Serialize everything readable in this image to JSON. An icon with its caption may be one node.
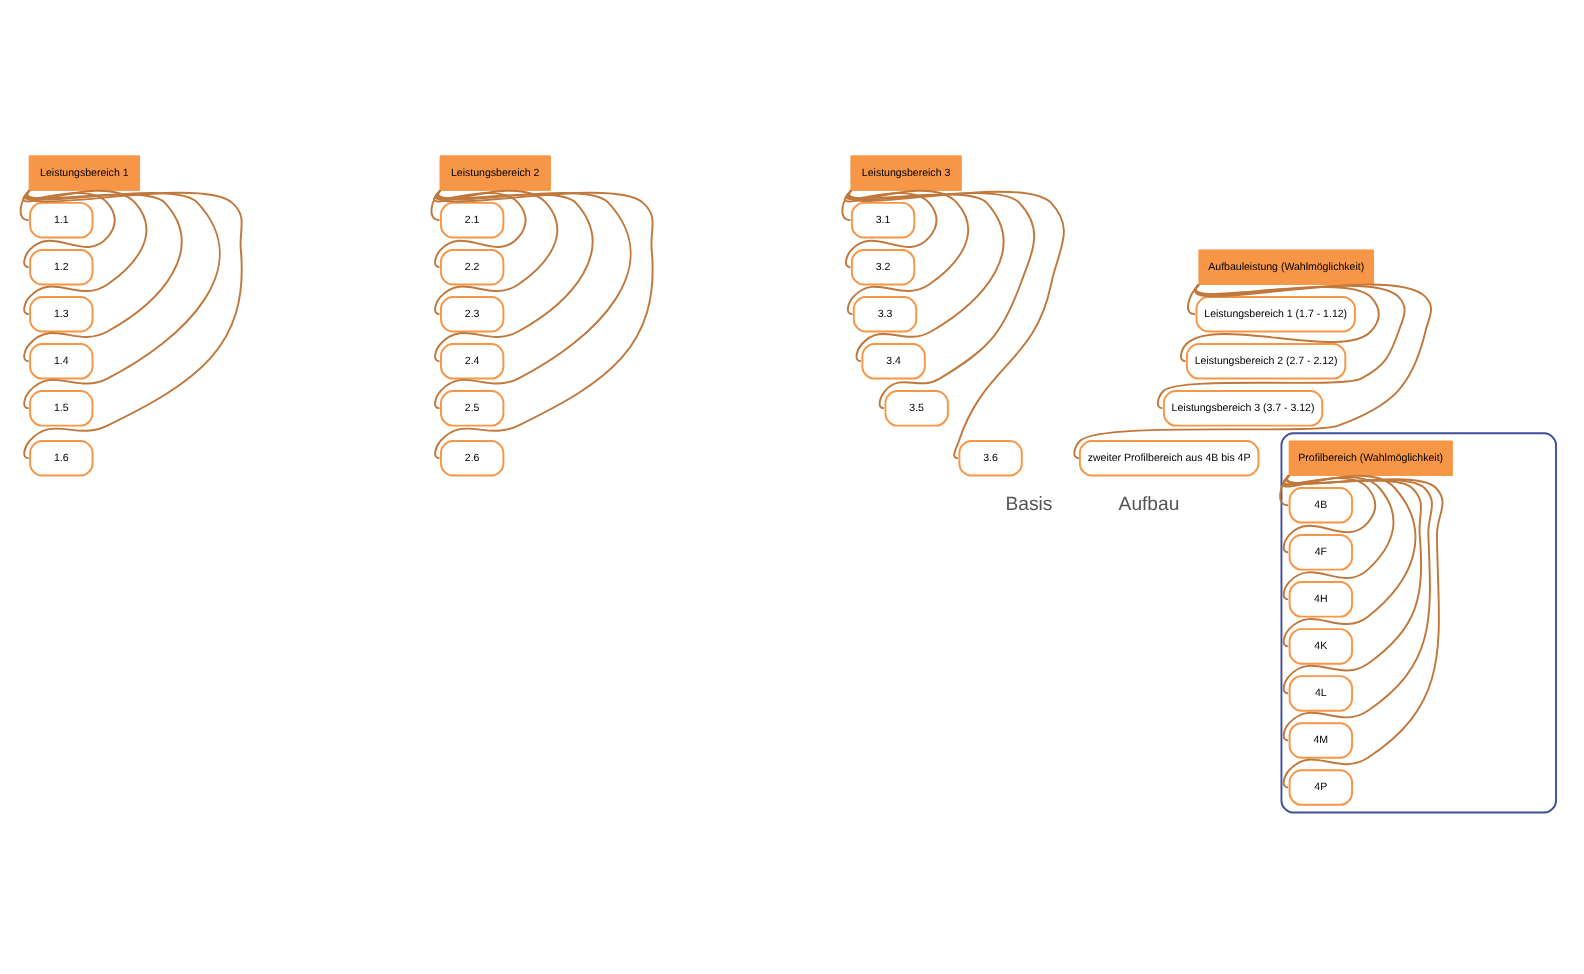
{
  "diagram": {
    "nodes": [
      {
        "text": [
          "Leistungsbereich 1"
        ]
      },
      {
        "text": [
          "1.1"
        ]
      },
      {
        "text": [
          "1.2"
        ]
      },
      {
        "text": [
          "1.3"
        ]
      },
      {
        "text": [
          "1.4"
        ]
      },
      {
        "text": [
          "1.5"
        ]
      },
      {
        "text": [
          "1.6"
        ]
      },
      {
        "text": [
          "Leistungsbereich 2"
        ]
      },
      {
        "text": [
          "2.1"
        ]
      },
      {
        "text": [
          "2.2"
        ]
      },
      {
        "text": [
          "2.3"
        ]
      },
      {
        "text": [
          "2.4"
        ]
      },
      {
        "text": [
          "2.5"
        ]
      },
      {
        "text": [
          "2.6"
        ]
      },
      {
        "text": [
          "Leistungsbereich 3"
        ]
      },
      {
        "text": [
          "3.1"
        ]
      },
      {
        "text": [
          "3.2"
        ]
      },
      {
        "text": [
          "3.3"
        ]
      },
      {
        "text": [
          "3.4"
        ]
      },
      {
        "text": [
          "3.5"
        ]
      },
      {
        "text": [
          "3.6"
        ]
      },
      {
        "text": [],
        "shape": "ellipse"
      },
      {
        "text": [
          "Profilbereich (Wahlmöglichkeit)"
        ],
        "in": 21
      },
      {
        "text": [
          "4B"
        ],
        "in": 21
      },
      {
        "text": [
          "4F"
        ],
        "in": 21
      },
      {
        "text": [
          "4H"
        ],
        "in": 21
      },
      {
        "text": [
          "4K"
        ],
        "in": 21
      },
      {
        "text": [
          "4L"
        ],
        "in": 21
      },
      {
        "text": [
          "4M"
        ],
        "in": 21
      },
      {
        "text": [
          "4P"
        ],
        "in": 21
      },
      {
        "text": [
          "Aufbauleistung (Wahlmöglichkeit)"
        ]
      },
      {
        "text": [
          "Leistungsbereich 1 (1.7 - 1.12)"
        ]
      },
      {
        "text": [
          "Leistungsbereich 2 (2.7 - 2.12)"
        ]
      },
      {
        "text": [
          "Leistungsbereich 3 (3.7 - 3.12)"
        ]
      },
      {
        "text": [
          "zweiter Profilbereich aus 4B bis 4P"
        ]
      }
    ],
    "edges": [
      {
        "from": 0,
        "to": 1,
        "arrow": "none"
      },
      {
        "from": 0,
        "to": 2,
        "arrow": "none"
      },
      {
        "from": 0,
        "to": 3,
        "arrow": "none"
      },
      {
        "from": 0,
        "to": 4,
        "arrow": "none"
      },
      {
        "from": 0,
        "to": 5,
        "arrow": "none"
      },
      {
        "from": 0,
        "to": 6,
        "arrow": "none"
      },
      {
        "from": 7,
        "to": 8,
        "arrow": "none"
      },
      {
        "from": 7,
        "to": 9,
        "arrow": "none"
      },
      {
        "from": 7,
        "to": 10,
        "arrow": "none"
      },
      {
        "from": 7,
        "to": 11,
        "arrow": "none"
      },
      {
        "from": 7,
        "to": 12,
        "arrow": "none"
      },
      {
        "from": 7,
        "to": 13,
        "arrow": "none"
      },
      {
        "from": 14,
        "to": 15,
        "arrow": "none"
      },
      {
        "from": 14,
        "to": 16,
        "arrow": "none"
      },
      {
        "from": 14,
        "to": 17,
        "arrow": "none"
      },
      {
        "from": 14,
        "to": 18,
        "arrow": "none"
      },
      {
        "from": 14,
        "to": 19,
        "arrow": "none"
      },
      {
        "from": 14,
        "to": 20,
        "arrow": "none"
      },
      {
        "from": 22,
        "to": 23,
        "arrow": "none"
      },
      {
        "from": 22,
        "to": 24,
        "arrow": "none"
      },
      {
        "from": 22,
        "to": 25,
        "arrow": "none"
      },
      {
        "from": 22,
        "to": 26,
        "arrow": "none"
      },
      {
        "from": 22,
        "to": 27,
        "arrow": "none"
      },
      {
        "from": 22,
        "to": 28,
        "arrow": "none"
      },
      {
        "from": 22,
        "to": 29,
        "arrow": "none"
      },
      {
        "from": 30,
        "to": 31,
        "arrow": "none"
      },
      {
        "from": 30,
        "to": 32,
        "arrow": "none"
      },
      {
        "from": 30,
        "to": 33,
        "arrow": "none"
      },
      {
        "from": 30,
        "to": 34,
        "arrow": "none"
      }
    ],
    "labels": [
      "Basis",
      "Aufbau"
    ]
  }
}
